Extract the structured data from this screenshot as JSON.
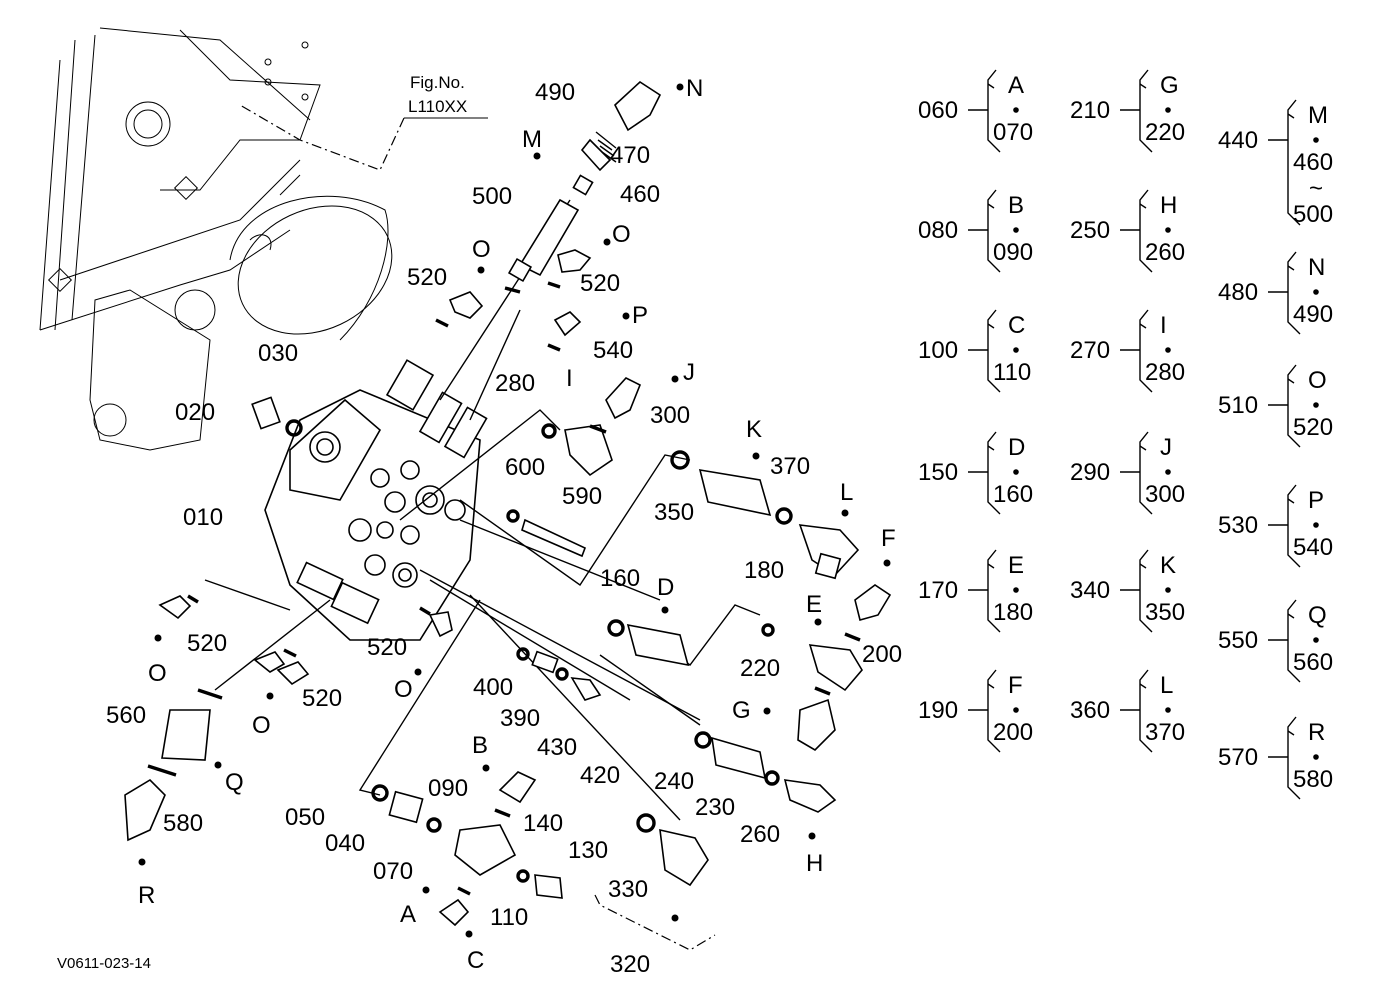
{
  "figure_ref": {
    "line1": "Fig.No.",
    "line2": "L110XX"
  },
  "drawing_code": "V0611-023-14",
  "callouts": [
    {
      "id": "490",
      "text": "490"
    },
    {
      "id": "N",
      "text": "N"
    },
    {
      "id": "470",
      "text": "470"
    },
    {
      "id": "460",
      "text": "460"
    },
    {
      "id": "M",
      "text": "M"
    },
    {
      "id": "500",
      "text": "500"
    },
    {
      "id": "O1",
      "text": "O"
    },
    {
      "id": "O2",
      "text": "O"
    },
    {
      "id": "520a",
      "text": "520"
    },
    {
      "id": "520b",
      "text": "520"
    },
    {
      "id": "P",
      "text": "P"
    },
    {
      "id": "540",
      "text": "540"
    },
    {
      "id": "030",
      "text": "030"
    },
    {
      "id": "020",
      "text": "020"
    },
    {
      "id": "280",
      "text": "280"
    },
    {
      "id": "I",
      "text": "I"
    },
    {
      "id": "J",
      "text": "J"
    },
    {
      "id": "300",
      "text": "300"
    },
    {
      "id": "K",
      "text": "K"
    },
    {
      "id": "370",
      "text": "370"
    },
    {
      "id": "600",
      "text": "600"
    },
    {
      "id": "590",
      "text": "590"
    },
    {
      "id": "350",
      "text": "350"
    },
    {
      "id": "L",
      "text": "L"
    },
    {
      "id": "010",
      "text": "010"
    },
    {
      "id": "F",
      "text": "F"
    },
    {
      "id": "160",
      "text": "160"
    },
    {
      "id": "D",
      "text": "D"
    },
    {
      "id": "180",
      "text": "180"
    },
    {
      "id": "E",
      "text": "E"
    },
    {
      "id": "200",
      "text": "200"
    },
    {
      "id": "520c",
      "text": "520"
    },
    {
      "id": "520d",
      "text": "520"
    },
    {
      "id": "O3",
      "text": "O"
    },
    {
      "id": "O4",
      "text": "O"
    },
    {
      "id": "220",
      "text": "220"
    },
    {
      "id": "520e",
      "text": "520"
    },
    {
      "id": "O5",
      "text": "O"
    },
    {
      "id": "400",
      "text": "400"
    },
    {
      "id": "390",
      "text": "390"
    },
    {
      "id": "430",
      "text": "430"
    },
    {
      "id": "420",
      "text": "420"
    },
    {
      "id": "G",
      "text": "G"
    },
    {
      "id": "560",
      "text": "560"
    },
    {
      "id": "Q",
      "text": "Q"
    },
    {
      "id": "240",
      "text": "240"
    },
    {
      "id": "230",
      "text": "230"
    },
    {
      "id": "260",
      "text": "260"
    },
    {
      "id": "H",
      "text": "H"
    },
    {
      "id": "580",
      "text": "580"
    },
    {
      "id": "B",
      "text": "B"
    },
    {
      "id": "090",
      "text": "090"
    },
    {
      "id": "050",
      "text": "050"
    },
    {
      "id": "040",
      "text": "040"
    },
    {
      "id": "140",
      "text": "140"
    },
    {
      "id": "130",
      "text": "130"
    },
    {
      "id": "070",
      "text": "070"
    },
    {
      "id": "330",
      "text": "330"
    },
    {
      "id": "R",
      "text": "R"
    },
    {
      "id": "A",
      "text": "A"
    },
    {
      "id": "110",
      "text": "110"
    },
    {
      "id": "C",
      "text": "C"
    },
    {
      "id": "320",
      "text": "320"
    }
  ],
  "legend_groups": [
    {
      "ref": "060",
      "letter": "A",
      "parts": [
        "070"
      ]
    },
    {
      "ref": "080",
      "letter": "B",
      "parts": [
        "090"
      ]
    },
    {
      "ref": "100",
      "letter": "C",
      "parts": [
        "110"
      ]
    },
    {
      "ref": "150",
      "letter": "D",
      "parts": [
        "160"
      ]
    },
    {
      "ref": "170",
      "letter": "E",
      "parts": [
        "180"
      ]
    },
    {
      "ref": "190",
      "letter": "F",
      "parts": [
        "200"
      ]
    },
    {
      "ref": "210",
      "letter": "G",
      "parts": [
        "220"
      ]
    },
    {
      "ref": "250",
      "letter": "H",
      "parts": [
        "260"
      ]
    },
    {
      "ref": "270",
      "letter": "I",
      "parts": [
        "280"
      ]
    },
    {
      "ref": "290",
      "letter": "J",
      "parts": [
        "300"
      ]
    },
    {
      "ref": "340",
      "letter": "K",
      "parts": [
        "350"
      ]
    },
    {
      "ref": "360",
      "letter": "L",
      "parts": [
        "370"
      ]
    },
    {
      "ref": "440",
      "letter": "M",
      "parts": [
        "460",
        "500"
      ],
      "range_mark": "~"
    },
    {
      "ref": "480",
      "letter": "N",
      "parts": [
        "490"
      ]
    },
    {
      "ref": "510",
      "letter": "O",
      "parts": [
        "520"
      ]
    },
    {
      "ref": "530",
      "letter": "P",
      "parts": [
        "540"
      ]
    },
    {
      "ref": "550",
      "letter": "Q",
      "parts": [
        "560"
      ]
    },
    {
      "ref": "570",
      "letter": "R",
      "parts": [
        "580"
      ]
    }
  ]
}
